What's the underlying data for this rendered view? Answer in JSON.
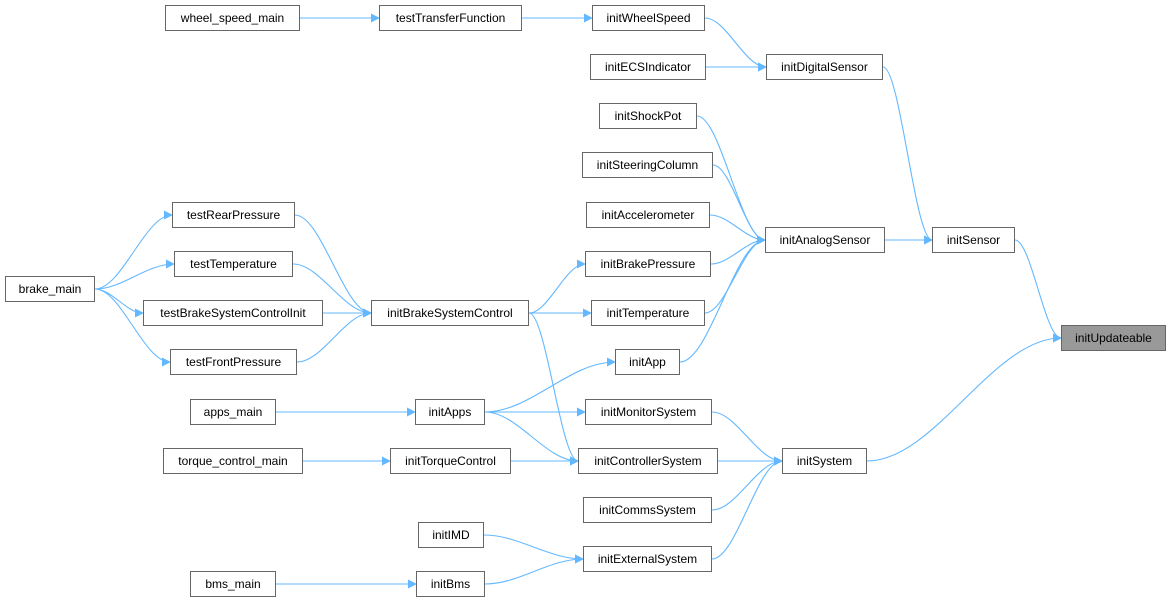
{
  "colors": {
    "edge": "#63b8ff",
    "node_border": "#666666",
    "highlight": "#999999"
  },
  "nodes": [
    {
      "id": "wheel_speed_main",
      "label": "wheel_speed_main"
    },
    {
      "id": "testTransferFunction",
      "label": "testTransferFunction"
    },
    {
      "id": "initWheelSpeed",
      "label": "initWheelSpeed"
    },
    {
      "id": "initECSIndicator",
      "label": "initECSIndicator"
    },
    {
      "id": "initDigitalSensor",
      "label": "initDigitalSensor"
    },
    {
      "id": "initShockPot",
      "label": "initShockPot"
    },
    {
      "id": "initSteeringColumn",
      "label": "initSteeringColumn"
    },
    {
      "id": "initAccelerometer",
      "label": "initAccelerometer"
    },
    {
      "id": "initAnalogSensor",
      "label": "initAnalogSensor"
    },
    {
      "id": "initSensor",
      "label": "initSensor"
    },
    {
      "id": "testRearPressure",
      "label": "testRearPressure"
    },
    {
      "id": "testTemperature",
      "label": "testTemperature"
    },
    {
      "id": "brake_main",
      "label": "brake_main"
    },
    {
      "id": "testBrakeSystemControlInit",
      "label": "testBrakeSystemControlInit"
    },
    {
      "id": "initBrakeSystemControl",
      "label": "initBrakeSystemControl"
    },
    {
      "id": "initBrakePressure",
      "label": "initBrakePressure"
    },
    {
      "id": "initTemperature",
      "label": "initTemperature"
    },
    {
      "id": "initUpdateable",
      "label": "initUpdateable",
      "highlight": true
    },
    {
      "id": "testFrontPressure",
      "label": "testFrontPressure"
    },
    {
      "id": "initApp",
      "label": "initApp"
    },
    {
      "id": "apps_main",
      "label": "apps_main"
    },
    {
      "id": "initApps",
      "label": "initApps"
    },
    {
      "id": "initMonitorSystem",
      "label": "initMonitorSystem"
    },
    {
      "id": "torque_control_main",
      "label": "torque_control_main"
    },
    {
      "id": "initTorqueControl",
      "label": "initTorqueControl"
    },
    {
      "id": "initControllerSystem",
      "label": "initControllerSystem"
    },
    {
      "id": "initSystem",
      "label": "initSystem"
    },
    {
      "id": "initCommsSystem",
      "label": "initCommsSystem"
    },
    {
      "id": "initIMD",
      "label": "initIMD"
    },
    {
      "id": "initExternalSystem",
      "label": "initExternalSystem"
    },
    {
      "id": "bms_main",
      "label": "bms_main"
    },
    {
      "id": "initBms",
      "label": "initBms"
    }
  ],
  "edges": [
    {
      "from": "wheel_speed_main",
      "to": "testTransferFunction"
    },
    {
      "from": "testTransferFunction",
      "to": "initWheelSpeed"
    },
    {
      "from": "initWheelSpeed",
      "to": "initDigitalSensor"
    },
    {
      "from": "initECSIndicator",
      "to": "initDigitalSensor"
    },
    {
      "from": "initDigitalSensor",
      "to": "initSensor"
    },
    {
      "from": "initShockPot",
      "to": "initAnalogSensor"
    },
    {
      "from": "initSteeringColumn",
      "to": "initAnalogSensor"
    },
    {
      "from": "initAccelerometer",
      "to": "initAnalogSensor"
    },
    {
      "from": "initBrakePressure",
      "to": "initAnalogSensor"
    },
    {
      "from": "initTemperature",
      "to": "initAnalogSensor"
    },
    {
      "from": "initApp",
      "to": "initAnalogSensor"
    },
    {
      "from": "initAnalogSensor",
      "to": "initSensor"
    },
    {
      "from": "initSensor",
      "to": "initUpdateable"
    },
    {
      "from": "initSystem",
      "to": "initUpdateable"
    },
    {
      "from": "brake_main",
      "to": "testRearPressure"
    },
    {
      "from": "brake_main",
      "to": "testTemperature"
    },
    {
      "from": "brake_main",
      "to": "testBrakeSystemControlInit"
    },
    {
      "from": "brake_main",
      "to": "testFrontPressure"
    },
    {
      "from": "testRearPressure",
      "to": "initBrakeSystemControl"
    },
    {
      "from": "testTemperature",
      "to": "initBrakeSystemControl"
    },
    {
      "from": "testBrakeSystemControlInit",
      "to": "initBrakeSystemControl"
    },
    {
      "from": "testFrontPressure",
      "to": "initBrakeSystemControl"
    },
    {
      "from": "initBrakeSystemControl",
      "to": "initBrakePressure"
    },
    {
      "from": "initBrakeSystemControl",
      "to": "initTemperature"
    },
    {
      "from": "initBrakeSystemControl",
      "to": "initControllerSystem"
    },
    {
      "from": "initApps",
      "to": "initApp"
    },
    {
      "from": "apps_main",
      "to": "initApps"
    },
    {
      "from": "initApps",
      "to": "initMonitorSystem"
    },
    {
      "from": "initApps",
      "to": "initControllerSystem"
    },
    {
      "from": "torque_control_main",
      "to": "initTorqueControl"
    },
    {
      "from": "initTorqueControl",
      "to": "initControllerSystem"
    },
    {
      "from": "initMonitorSystem",
      "to": "initSystem"
    },
    {
      "from": "initControllerSystem",
      "to": "initSystem"
    },
    {
      "from": "initCommsSystem",
      "to": "initSystem"
    },
    {
      "from": "initExternalSystem",
      "to": "initSystem"
    },
    {
      "from": "initIMD",
      "to": "initExternalSystem"
    },
    {
      "from": "bms_main",
      "to": "initBms"
    },
    {
      "from": "initBms",
      "to": "initExternalSystem"
    }
  ]
}
